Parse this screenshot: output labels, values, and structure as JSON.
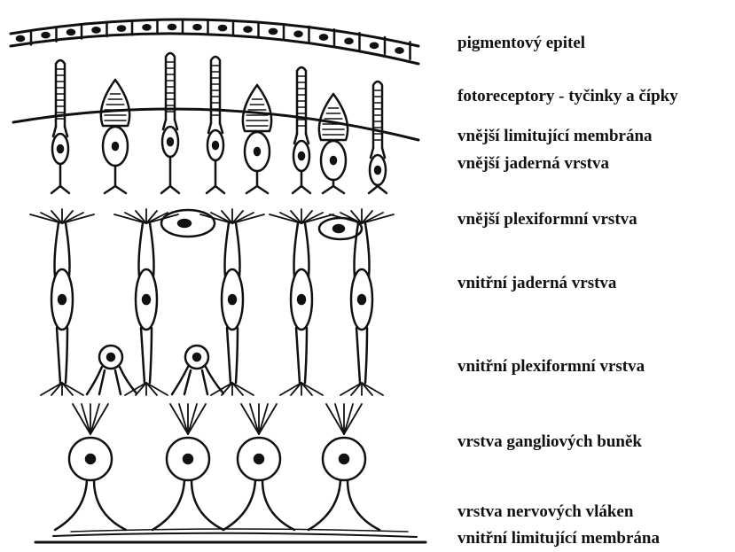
{
  "labels": {
    "pigment_epithelium": "pigmentový epitel",
    "photoreceptors": "fotoreceptory - tyčinky a čípky",
    "outer_limiting_membrane": "vnější limitující membrána",
    "outer_nuclear_layer": "vnější jaderná vrstva",
    "outer_plexiform_layer": "vnější plexiformní vrstva",
    "inner_nuclear_layer": "vnitřní jaderná vrstva",
    "inner_plexiform_layer": "vnitřní plexiformní vrstva",
    "ganglion_cell_layer": "vrstva gangliových buněk",
    "nerve_fiber_layer": "vrstva nervových vláken",
    "inner_limiting_membrane": "vnitřní limitující membrána"
  },
  "colors": {
    "ink": "#111111",
    "paper": "#ffffff"
  }
}
